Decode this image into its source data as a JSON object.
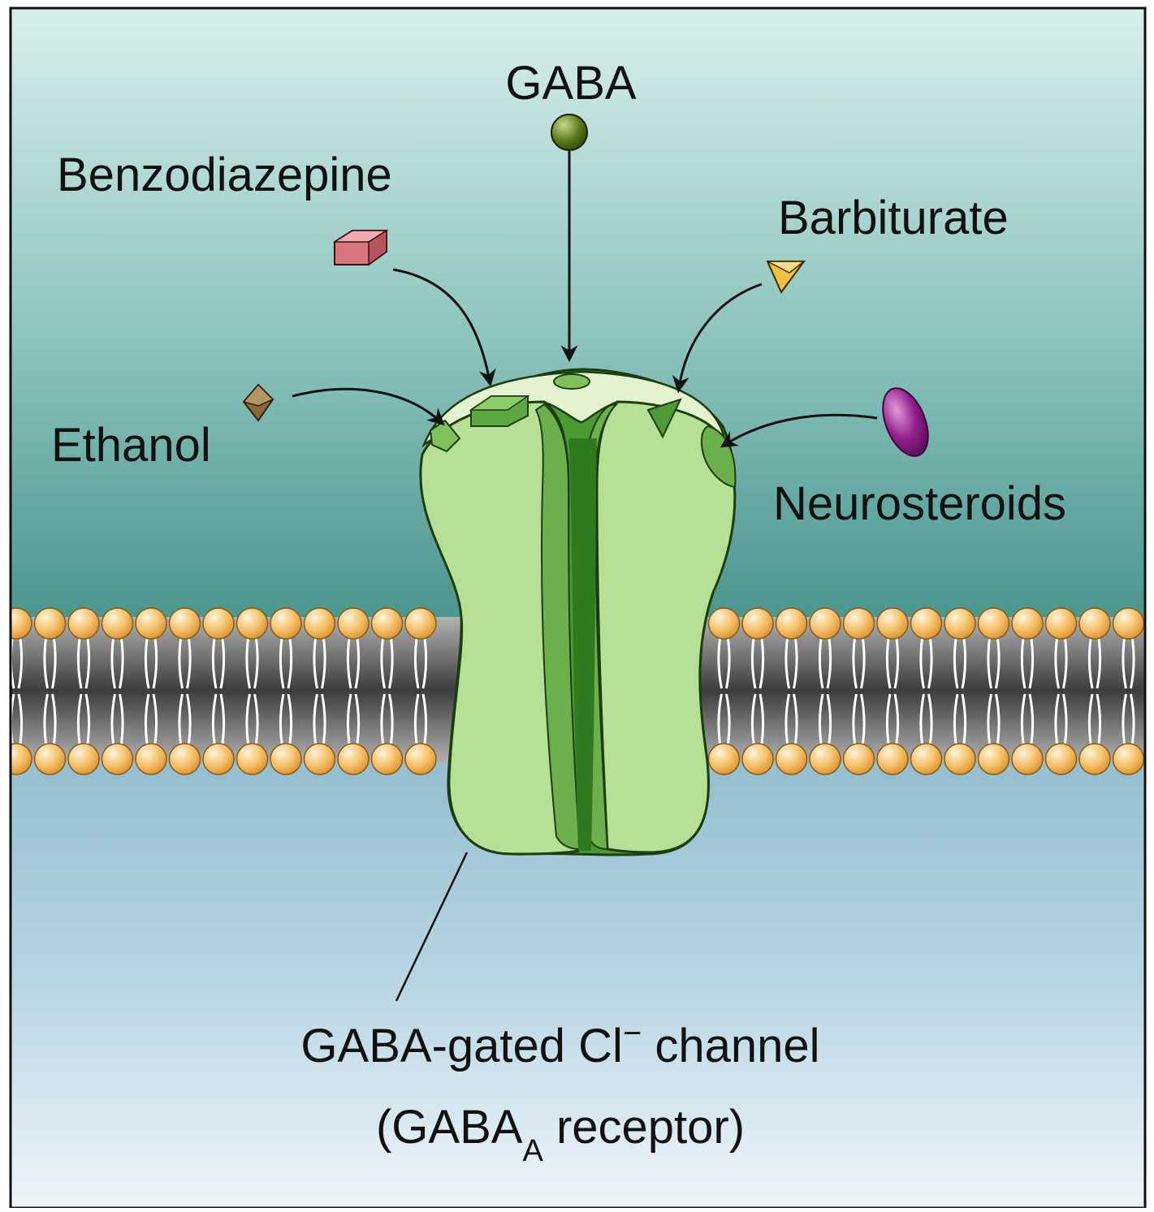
{
  "labels": {
    "gaba": "GABA",
    "benzodiazepine": "Benzodiazepine",
    "barbiturate": "Barbiturate",
    "ethanol": "Ethanol",
    "neurosteroids": "Neurosteroids"
  },
  "caption": {
    "line1_main": "GABA-gated Cl",
    "line1_superscript": "−",
    "line1_end": " channel",
    "line2_open": "(GABA",
    "line2_subscript": "A",
    "line2_close": " receptor)"
  },
  "colors": {
    "extracellular_top": "#d7eeeb",
    "extracellular_bottom": "#4f9a92",
    "intracellular_top": "#9cc3d3",
    "intracellular_bottom": "#eaf3f8",
    "receptor_light": "#b8e29a",
    "receptor_dark": "#3f8f2a",
    "phospholipid_head": "#f5b85c",
    "gaba_ligand": "#4e6b12",
    "benzodiazepine_ligand": "#d9767d",
    "barbiturate_ligand": "#f2c040",
    "ethanol_ligand": "#8a6a3c",
    "neurosteroid_ligand": "#8e1f88"
  }
}
